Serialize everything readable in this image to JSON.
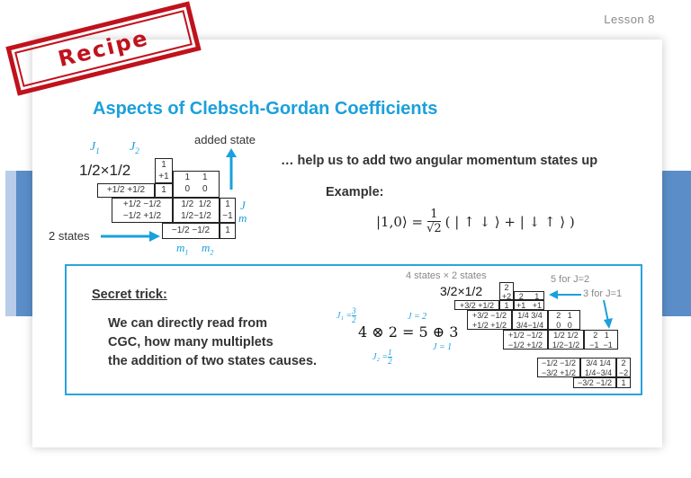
{
  "lesson": "Lesson 8",
  "stamp": "Recipe",
  "title": "Aspects of Clebsch-Gordan Coefficients",
  "diagram": {
    "j1": "J",
    "j1_sub": "1",
    "j2": "J",
    "j2_sub": "2",
    "added_state": "added state",
    "header": "1/2×1/2",
    "J_label": "J",
    "m_label": "m",
    "m1": "m",
    "m1_sub": "1",
    "m2": "m",
    "m2_sub": "2",
    "two_states": "2 states",
    "cells": {
      "top1": "1",
      "top2": "+1",
      "r1a": "+1/2 +1/2",
      "r1b": "1",
      "r1c": "1",
      "r1d": "0",
      "r1e": "1",
      "r1f": "0",
      "r2a": "+1/2  −1/2",
      "r2b": "−1/2 +1/2",
      "r2c": "1/2",
      "r2d": "1/2",
      "r2e": "1/2",
      "r2f": "−1/2",
      "r2g": "1",
      "r2h": "−1",
      "r3a": "−1/2 −1/2",
      "r3b": "1"
    }
  },
  "help_text": "… help us to add two angular momentum states up",
  "example_label": "Example:",
  "example_eq": {
    "lhs": "|1,0⟩ =",
    "num": "1",
    "den": "√2",
    "rhs": "( | ↑ ↓ ⟩ + | ↓ ↑ ⟩ )"
  },
  "secret": {
    "heading": "Secret trick:",
    "line1": "We can directly read from",
    "line2": "CGC, how many multiplets",
    "line3": "the addition of two states causes.",
    "j1_label": "J₁ = ",
    "j1_num": "3",
    "j1_den": "2",
    "j2_label": "J₂ = ",
    "j2_num": "1",
    "j2_den": "2",
    "J2": "J = 2",
    "J1": "J = 1",
    "equation": "4 ⊗ 2 = 5 ⊕ 3",
    "four_states": "4 states × 2 states",
    "five_for": "5 for J=2",
    "three_for": "3 for J=1",
    "table_header": "3/2×1/2",
    "t": {
      "h1": "2",
      "h2": "+2",
      "h3": "2",
      "h4": "1",
      "a1": "+3/2 +1/2",
      "a2": "1",
      "a3": "+1",
      "a4": "+1",
      "b1": "+3/2 −1/2",
      "b2": "+1/2 +1/2",
      "b3": "1/4",
      "b4": "3/4",
      "b5": "3/4",
      "b6": "−1/4",
      "b7": "2",
      "b8": "1",
      "b9": "0",
      "b10": "0",
      "c1": "+1/2 −1/2",
      "c2": "−1/2 +1/2",
      "c3": "1/2",
      "c4": "1/2",
      "c5": "1/2",
      "c6": "−1/2",
      "c7": "2",
      "c8": "1",
      "c9": "−1",
      "c10": "−1",
      "d1": "−1/2 −1/2",
      "d2": "−3/2 +1/2",
      "d3": "3/4",
      "d4": "1/4",
      "d5": "1/4",
      "d6": "−3/4",
      "d7": "2",
      "d8": "−2",
      "e1": "−3/2 −1/2",
      "e2": "1"
    }
  }
}
